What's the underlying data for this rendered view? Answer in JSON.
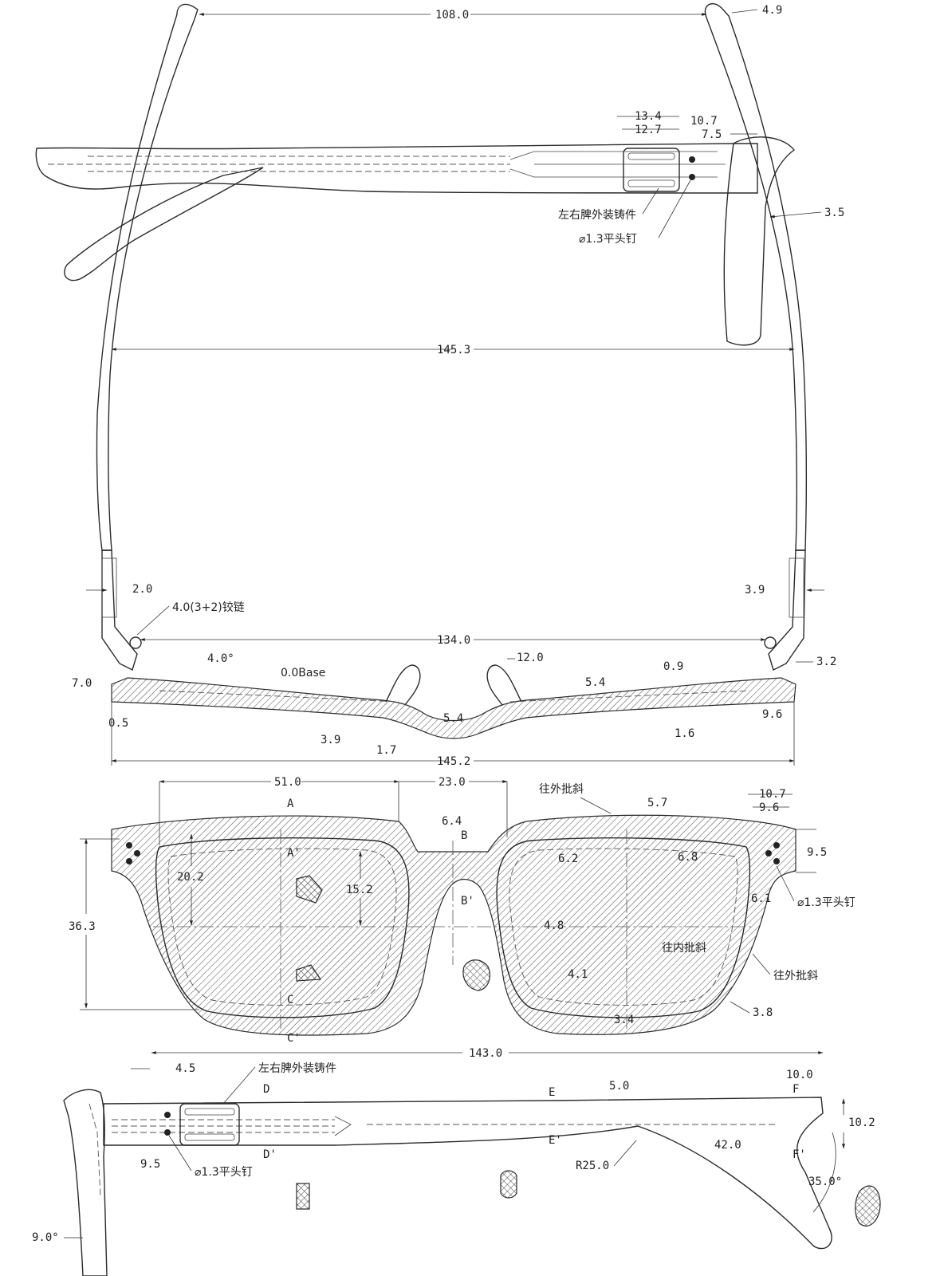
{
  "top_view": {
    "dims": {
      "temple_tip_span": "108.0",
      "temple_tip": "4.9",
      "hinge_block_outer": "13.4",
      "hinge_block_inner": "12.7",
      "pin_spacing": "10.7",
      "pin_offset": "7.5",
      "temple_thickness": "3.5",
      "temple_span": "145.3",
      "hinge_left": "2.0",
      "hinge_right": "3.9",
      "hinge_inner_span": "134.0",
      "front_angle": "4.0°",
      "bridge_height": "12.0",
      "front_side_left": "7.0",
      "rim_thickness_right": "5.4",
      "rim_chamfer": "0.9",
      "endpiece_right": "3.2",
      "bridge_thickness": "5.4",
      "lower_rim_left": "0.5",
      "lower_rim_step": "3.9",
      "bridge_bottom": "1.7",
      "rim_bottom_right": "1.6",
      "endpiece_width_right": "9.6",
      "front_width": "145.2"
    },
    "labels": {
      "casting": "左右脾外装铸件",
      "pin": "⌀1.3平头钉",
      "hinge": "4.0(3+2)铰链",
      "base_curve": "0.0Base"
    }
  },
  "front_view": {
    "dims": {
      "lens_width": "51.0",
      "bridge_width": "23.0",
      "endpiece_outer": "10.7",
      "endpiece_inner": "9.6",
      "top_bar": "5.7",
      "bridge_top": "6.4",
      "rim_inner_left": "6.2",
      "rim_inner_right": "6.8",
      "endpiece_height": "9.5",
      "upper_half_height": "20.2",
      "bridge_depth": "15.2",
      "lens_height": "36.3",
      "endpiece_rim": "6.1",
      "nose_pad": "4.8",
      "rim_lower": "4.1",
      "lower_rim": "3.4",
      "outer_rim_lower": "3.8"
    },
    "sections": {
      "a": "A",
      "a2": "A'",
      "b": "B",
      "b2": "B'",
      "c": "C",
      "c2": "C'"
    },
    "labels": {
      "outer_bevel_top": "往外批斜",
      "inner_bevel": "往内批斜",
      "outer_bevel_side": "往外批斜",
      "pin": "⌀1.3平头钉"
    }
  },
  "side_view": {
    "dims": {
      "temple_length": "143.0",
      "hinge_offset": "4.5",
      "tip_length": "10.0",
      "bend_offset": "5.0",
      "tip_height": "10.2",
      "tip_section": "42.0",
      "hinge_width": "9.5",
      "bend_radius": "R25.0",
      "tip_angle": "35.0°",
      "pantoscopic_angle": "9.0°"
    },
    "sections": {
      "d": "D",
      "d2": "D'",
      "e": "E",
      "e2": "E'",
      "f": "F",
      "f2": "F'"
    },
    "labels": {
      "casting": "左右脾外装铸件",
      "pin": "⌀1.3平头钉"
    }
  }
}
